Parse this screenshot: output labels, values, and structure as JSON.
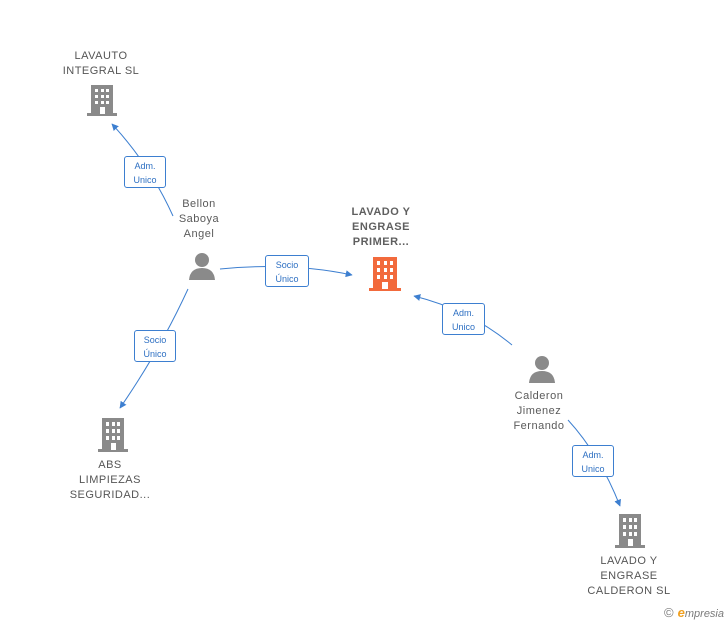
{
  "nodes": {
    "lavauto": {
      "lines": [
        "LAVAUTO",
        "INTEGRAL SL"
      ],
      "type": "company"
    },
    "bellon": {
      "lines": [
        "Bellon",
        "Saboya",
        "Angel"
      ],
      "type": "person"
    },
    "lavado_focus": {
      "lines": [
        "LAVADO Y",
        "ENGRASE",
        "PRIMER..."
      ],
      "type": "company-focus"
    },
    "abs": {
      "lines": [
        "ABS",
        "LIMPIEZAS",
        "SEGURIDAD..."
      ],
      "type": "company"
    },
    "calderon": {
      "lines": [
        "Calderon",
        "Jimenez",
        "Fernando"
      ],
      "type": "person"
    },
    "lavado_calderon": {
      "lines": [
        "LAVADO Y",
        "ENGRASE",
        "CALDERON  SL"
      ],
      "type": "company"
    }
  },
  "edges": {
    "bellon_lavauto": {
      "lines": [
        "Adm.",
        "Unico"
      ]
    },
    "bellon_focus": {
      "lines": [
        "Socio",
        "Único"
      ]
    },
    "bellon_abs": {
      "lines": [
        "Socio",
        "Único"
      ]
    },
    "calderon_focus": {
      "lines": [
        "Adm.",
        "Unico"
      ]
    },
    "calderon_lavado": {
      "lines": [
        "Adm.",
        "Unico"
      ]
    }
  },
  "colors": {
    "company": "#8a8a8a",
    "focus": "#f26a3c",
    "person": "#8a8a8a",
    "edge": "#3d7fd0"
  },
  "brand": {
    "copyright": "©",
    "initial": "e",
    "rest": "mpresia"
  }
}
